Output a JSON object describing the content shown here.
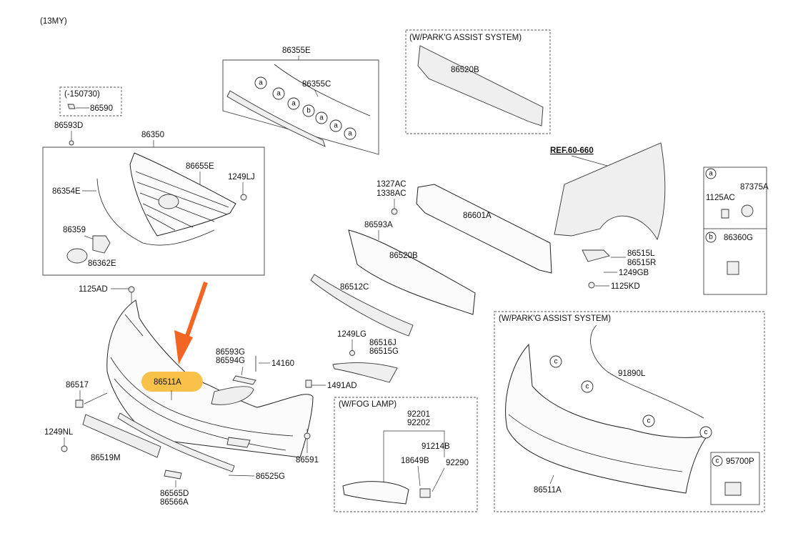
{
  "model_year": "(13MY)",
  "highlight": {
    "label": "86511A",
    "color": "#f8c24a",
    "arrow_color": "#f26522"
  },
  "boxes": {
    "park_assist_top": "(W/PARK'G ASSIST SYSTEM)",
    "park_assist_bottom": "(W/PARK'G ASSIST SYSTEM)",
    "fog_lamp": "(W/FOG LAMP)",
    "date_range": "(-150730)"
  },
  "reference": "REF.60-660",
  "parts": {
    "p86355E": "86355E",
    "p86355C": "86355C",
    "p86520B_top": "86520B",
    "p86590": "86590",
    "p86593D": "86593D",
    "p86350": "86350",
    "p86655E": "86655E",
    "p1249LJ": "1249LJ",
    "p86354E": "86354E",
    "p86359": "86359",
    "p86362E": "86362E",
    "p1327AC": "1327AC",
    "p1338AC": "1338AC",
    "p86601A": "86601A",
    "p86593A": "86593A",
    "p86520B": "86520B",
    "p86512C": "86512C",
    "p86515L": "86515L",
    "p86515R": "86515R",
    "p1249GB": "1249GB",
    "p1125KD": "1125KD",
    "p1125AD": "1125AD",
    "p1249LG": "1249LG",
    "p86516J": "86516J",
    "p86515G": "86515G",
    "p86593G": "86593G",
    "p86594G": "86594G",
    "p14160": "14160",
    "p1491AD": "1491AD",
    "p86517": "86517",
    "p1249NL": "1249NL",
    "p86519M": "86519M",
    "p86525G": "86525G",
    "p86591": "86591",
    "p86565D": "86565D",
    "p86566A": "86566A",
    "p92201": "92201",
    "p92202": "92202",
    "p91214B": "91214B",
    "p18649B": "18649B",
    "p92290": "92290",
    "p91890L": "91890L",
    "p86511A_b": "86511A",
    "p87375A": "87375A",
    "p1125AC": "1125AC",
    "p86360G": "86360G",
    "p95700P": "95700P"
  },
  "callouts": {
    "a": "a",
    "b": "b",
    "c": "c"
  }
}
